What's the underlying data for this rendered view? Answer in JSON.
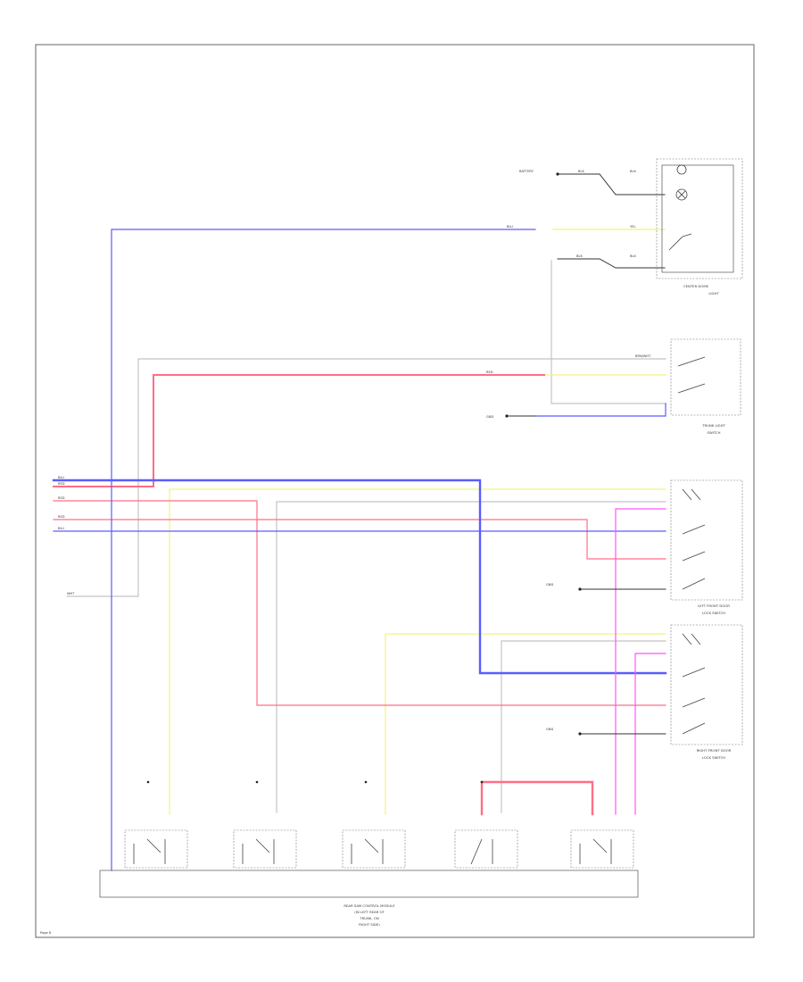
{
  "colors": {
    "blue": "#5a5cff",
    "red": "#ff6e86",
    "yellow": "#f3f37a",
    "gray": "#c4c4c4",
    "magenta": "#ff55ff",
    "black": "#222222",
    "frame": "#555555"
  },
  "components": {
    "dome_lamp": {
      "caption_line1": "CENTER DOME",
      "caption_line2": "LIGHT"
    },
    "trunk_switch": {
      "caption_line1": "TRUNK LIGHT",
      "caption_line2": "SWITCH"
    },
    "left_door": {
      "caption_line1": "LEFT FRONT DOOR",
      "caption_line2": "LOCK SWITCH"
    },
    "right_door": {
      "caption_line1": "RIGHT FRONT DOOR",
      "caption_line2": "LOCK SWITCH"
    },
    "module": {
      "caption_line1": "REAR SAM CONTROL MODULE",
      "caption_line2": "(IN LEFT REAR OF",
      "caption_line3": "TRUNK, ON",
      "caption_line4": "RIGHT SIDE)"
    }
  },
  "labels": {
    "battery": "BATTERY",
    "ground": "GND",
    "wire_blk": "BLK",
    "wire_red": "RED",
    "wire_yel": "YEL",
    "wire_blu": "BLU",
    "wire_wht": "WHT",
    "wire_brn_wht": "BRN/WHT",
    "page_number": "Page 8"
  }
}
